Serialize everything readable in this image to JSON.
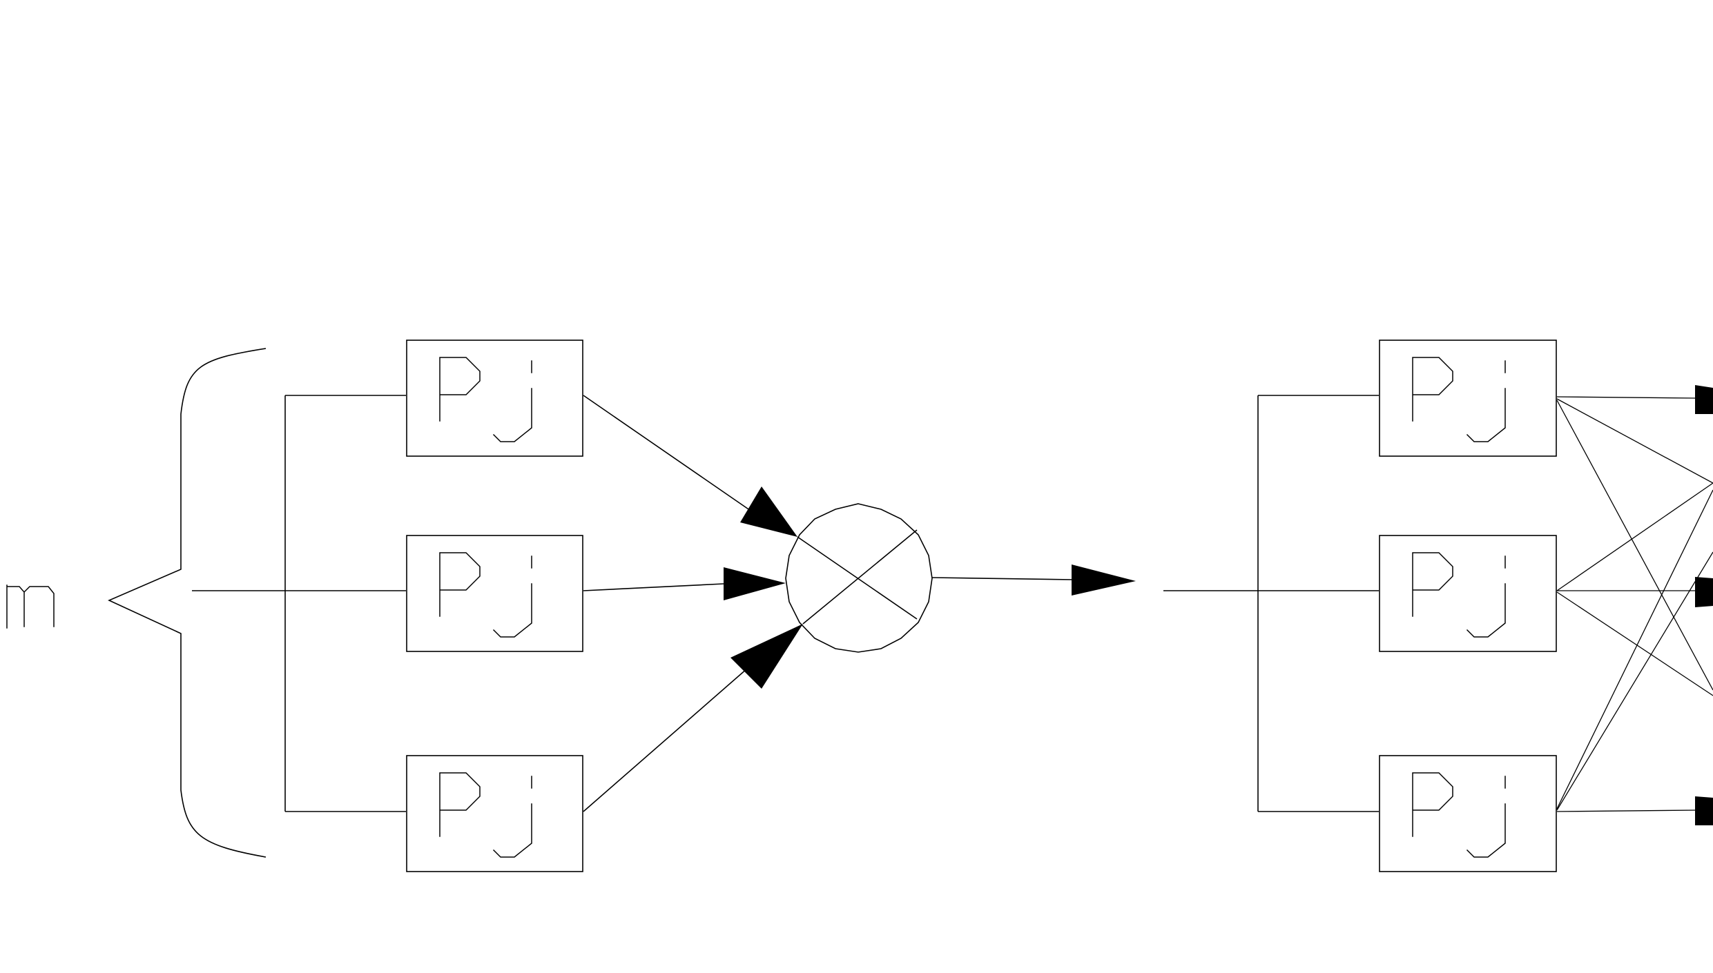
{
  "diagram": {
    "input_label": "m",
    "block_label": "Pj",
    "left_group": {
      "blocks": [
        "Pj",
        "Pj",
        "Pj"
      ],
      "combiner": "multiply"
    },
    "right_group": {
      "blocks": [
        "Pj",
        "Pj",
        "Pj"
      ]
    }
  }
}
